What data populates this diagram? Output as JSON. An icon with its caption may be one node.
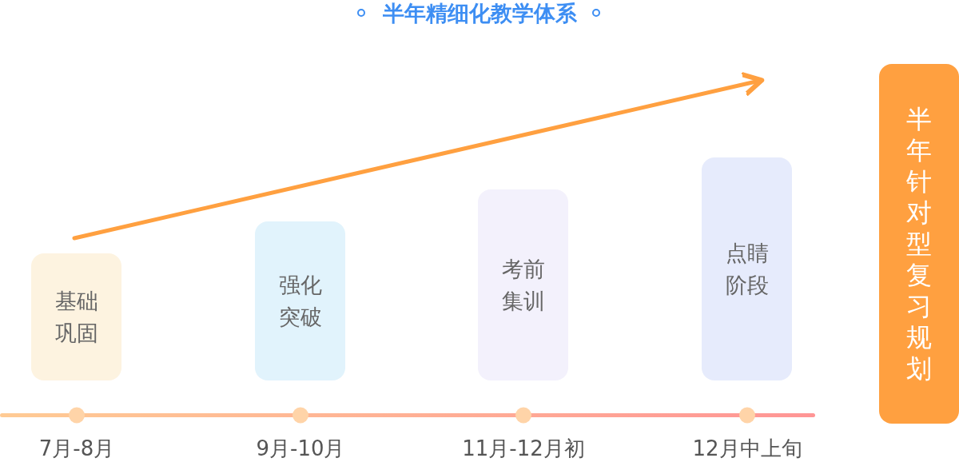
{
  "diagram": {
    "title": "半年精细化教学体系",
    "nodes": [
      {
        "text": [
          "基础巩固"
        ]
      },
      {
        "text": [
          "强化突破"
        ]
      },
      {
        "text": [
          "考前集训"
        ]
      },
      {
        "text": [
          "点睛阶段"
        ]
      },
      {
        "text": [
          "半年针对型复习规划"
        ]
      }
    ],
    "labels": [
      "7月-8月",
      "9月-10月",
      "11月-12月初",
      "12月中上旬"
    ]
  }
}
